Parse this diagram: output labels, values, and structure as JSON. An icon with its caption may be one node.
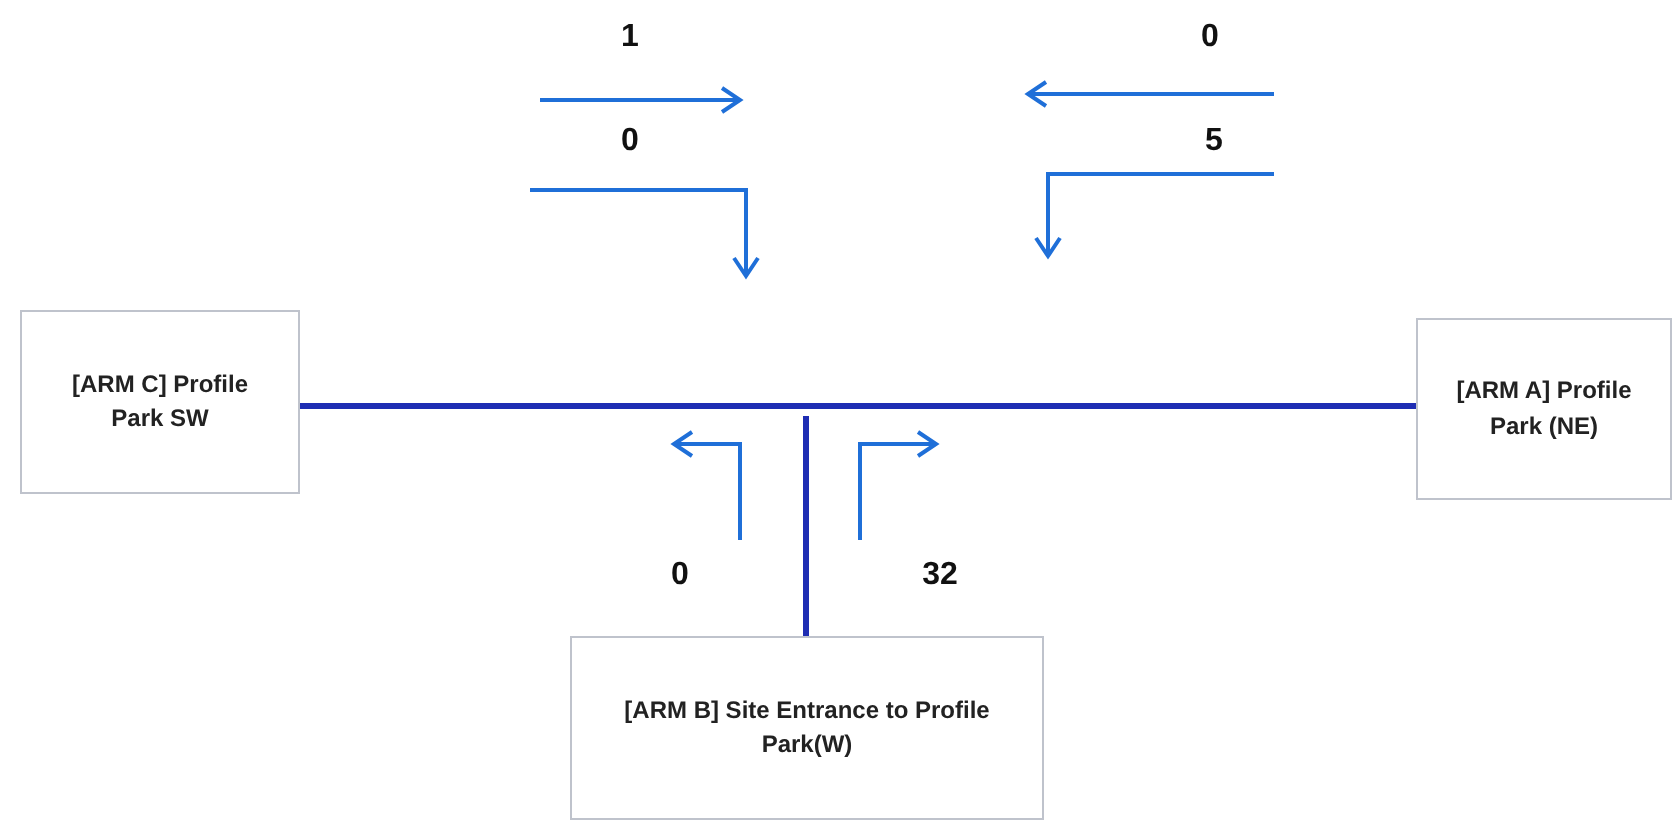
{
  "diagram": {
    "nodes": [
      {
        "text": [
          "[ARM C] Profile Park SW"
        ]
      },
      {
        "text": [
          "[ARM A] Profile Park (NE)"
        ]
      },
      {
        "text": [
          "[ARM B] Site Entrance to Profile Park(W)"
        ]
      }
    ],
    "edges": [
      {
        "from": 0,
        "to": 1,
        "arrow": "none"
      },
      {
        "from": 2,
        "to": null,
        "arrow": "none"
      }
    ],
    "labels": [
      "1",
      "0",
      "0",
      "5",
      "0",
      "32"
    ]
  }
}
